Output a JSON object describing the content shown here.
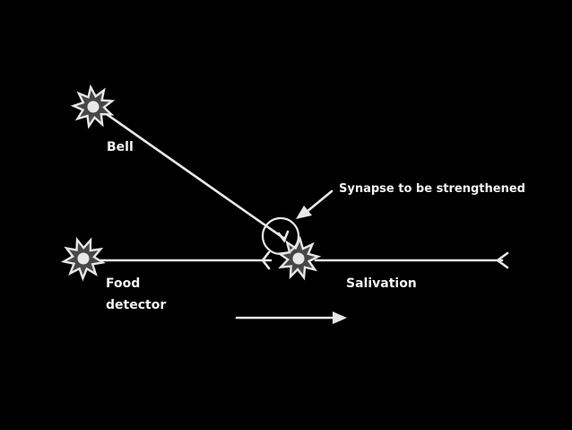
{
  "labels": {
    "bell": "Bell",
    "food_line1": "Food",
    "food_line2": "detector",
    "salivation": "Salivation",
    "synapse": "Synapse to be strengthened"
  },
  "colors": {
    "background": "#000000",
    "foreground": "#e8e8e8",
    "neuron_fill": "#474747"
  },
  "icons": {
    "neuron": "spiky-star-neuron",
    "synapse": "circle-highlight",
    "arrow": "right-arrow"
  }
}
